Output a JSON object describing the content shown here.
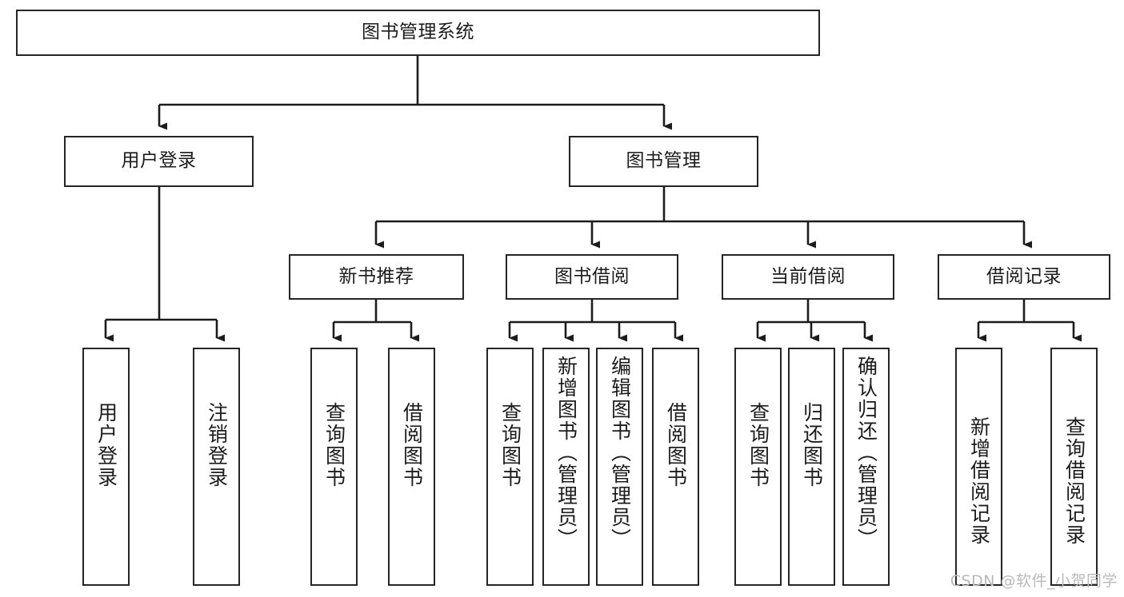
{
  "diagram": {
    "type": "tree-hierarchy-flowchart",
    "title": "图书管理系统",
    "orientation": "top-down",
    "edge_style": "orthogonal-elbow-with-arrowheads",
    "colors": {
      "box_border": "#252525",
      "box_fill": "#ffffff",
      "edge": "#1c1c1c",
      "text": "#1c1c1c",
      "background": "#ffffff",
      "watermark": "#b9b9b9"
    }
  },
  "root": {
    "label": "图书管理系统"
  },
  "level2": [
    {
      "label": "用户登录"
    },
    {
      "label": "图书管理"
    }
  ],
  "level3": [
    {
      "label": "新书推荐"
    },
    {
      "label": "图书借阅"
    },
    {
      "label": "当前借阅"
    },
    {
      "label": "借阅记录"
    }
  ],
  "leaves": {
    "user_login": [
      {
        "label": "用户登录"
      },
      {
        "label": "注销登录"
      }
    ],
    "new_book_recommend": [
      {
        "label": "查询图书"
      },
      {
        "label": "借阅图书"
      }
    ],
    "book_borrow": [
      {
        "label": "查询图书"
      },
      {
        "label": "新增图书（管理员）"
      },
      {
        "label": "编辑图书（管理员）"
      },
      {
        "label": "借阅图书"
      }
    ],
    "current_borrow": [
      {
        "label": "查询图书"
      },
      {
        "label": "归还图书"
      },
      {
        "label": "确认归还（管理员）"
      }
    ],
    "borrow_record": [
      {
        "label": "新增借阅记录"
      },
      {
        "label": "查询借阅记录"
      }
    ]
  },
  "watermark": {
    "text": "CSDN @软件_小贺同学"
  }
}
